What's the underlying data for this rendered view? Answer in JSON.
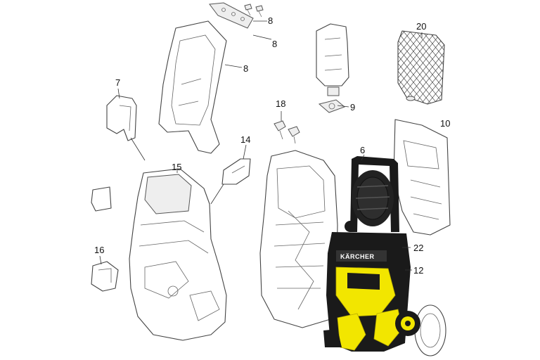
{
  "diagram": {
    "callouts": [
      {
        "id": "c8a",
        "label": "8"
      },
      {
        "id": "c8b",
        "label": "8"
      },
      {
        "id": "c8c",
        "label": "8"
      },
      {
        "id": "c7",
        "label": "7"
      },
      {
        "id": "c20",
        "label": "20"
      },
      {
        "id": "c18",
        "label": "18"
      },
      {
        "id": "c9",
        "label": "9"
      },
      {
        "id": "c10",
        "label": "10"
      },
      {
        "id": "c14",
        "label": "14"
      },
      {
        "id": "c6",
        "label": "6"
      },
      {
        "id": "c15",
        "label": "15"
      },
      {
        "id": "c16",
        "label": "16"
      },
      {
        "id": "c22",
        "label": "22"
      },
      {
        "id": "c12",
        "label": "12"
      }
    ],
    "product_logo": "KÄRCHER",
    "colors": {
      "body_yellow": "#f2e600",
      "body_black": "#1a1a1a",
      "line": "#444444"
    }
  }
}
